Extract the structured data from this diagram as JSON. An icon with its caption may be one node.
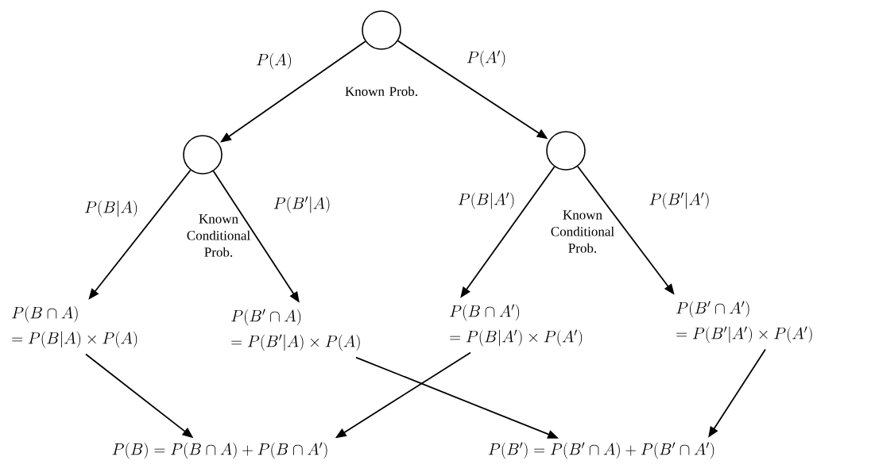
{
  "diagram": {
    "nodes": [
      {
        "text": [],
        "shape": "circle",
        "beside": [
          "Known Prob."
        ]
      },
      {
        "text": [],
        "shape": "circle",
        "beside": [
          "Known Conditional Prob."
        ]
      },
      {
        "text": [],
        "shape": "circle",
        "beside": [
          "Known Conditional Prob."
        ]
      },
      {
        "text": [
          "P(B\\cap A)",
          "= P(B|A)\\times P(A)"
        ]
      },
      {
        "text": [
          "P(B'\\cap A)",
          "= P(B'|A)\\times P(A)"
        ]
      },
      {
        "text": [
          "P(B\\cap A')",
          "= P(B|A')\\times P(A')"
        ]
      },
      {
        "text": [
          "P(B'\\cap A')",
          "= P(B'|A')\\times P(A')"
        ]
      },
      {
        "text": [
          "P(B)=P(B\\cap A)+P(B\\cap A')"
        ]
      },
      {
        "text": [
          "P(B')=P(B'\\cap A)+P(B'\\cap A')"
        ]
      }
    ],
    "edges": [
      {
        "from": 0,
        "to": 1,
        "arrow": "to",
        "label": "P(A)"
      },
      {
        "from": 0,
        "to": 2,
        "arrow": "to",
        "label": "P(A')"
      },
      {
        "from": 1,
        "to": 3,
        "arrow": "to",
        "label": "P(B|A)"
      },
      {
        "from": 1,
        "to": 4,
        "arrow": "to",
        "label": "P(B'|A)"
      },
      {
        "from": 2,
        "to": 5,
        "arrow": "to",
        "label": "P(B|A')"
      },
      {
        "from": 2,
        "to": 6,
        "arrow": "to",
        "label": "P(B'|A')"
      },
      {
        "from": 3,
        "to": 7,
        "arrow": "to"
      },
      {
        "from": 5,
        "to": 7,
        "arrow": "to"
      },
      {
        "from": 4,
        "to": 8,
        "arrow": "to"
      },
      {
        "from": 6,
        "to": 8,
        "arrow": "to"
      }
    ]
  }
}
